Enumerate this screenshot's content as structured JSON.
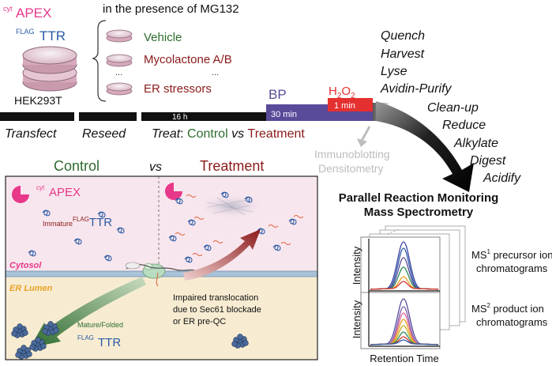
{
  "colors": {
    "magenta": "#e8388a",
    "blue": "#2a5aa6",
    "green": "#2e6b2e",
    "darkred": "#8b1a1a",
    "purple": "#5a4a9a",
    "red": "#e53030",
    "grey": "#bdbdbd",
    "cytosol_bg": "#f8e6ee",
    "lumen_bg": "#f7ecd2"
  },
  "top": {
    "apex_sup": "cyt",
    "apex": "APEX",
    "ttr_sup": "FLAG",
    "ttr": "TTR",
    "cell_line": "HEK293T",
    "presence_text": "in the presence of MG132",
    "conditions": [
      "Vehicle",
      "Mycolactone A/B",
      "ER stressors"
    ],
    "dots": [
      "...",
      "..."
    ],
    "bp_label": "BP",
    "bp_time": "30 min",
    "h2o2_main": "H",
    "h2o2_sub1": "2",
    "h2o2_mid": "O",
    "h2o2_sub2": "2",
    "h2o2_time": "1 min",
    "duration": "16 h"
  },
  "timeline": {
    "transfect": "Transfect",
    "reseed": "Reseed",
    "treat": "Treat",
    "colon": ": ",
    "control": "Control",
    "vs": " vs ",
    "treatment": "Treatment"
  },
  "steps": [
    "Quench",
    "Harvest",
    "Lyse",
    "Avidin-Purify",
    "Clean-up",
    "Reduce",
    "Alkylate",
    "Digest",
    "Acidify"
  ],
  "immunoblot": [
    "Immunoblotting",
    "Densitometry"
  ],
  "panel": {
    "control": "Control",
    "vs": "vs",
    "treatment": "Treatment",
    "apex_sup": "cyt",
    "apex": "APEX",
    "immature": "Immature",
    "immature_sup": "FLAG",
    "immature_ttr": "TTR",
    "cytosol": "Cytosol",
    "er_lumen": "ER Lumen",
    "impaired": [
      "Impaired translocation",
      "due to Sec61 blockade",
      "or ER pre-QC"
    ],
    "mature": "Mature/Folded",
    "mature_sup": "FLAG",
    "mature_ttr": "TTR"
  },
  "ms": {
    "title1": "Parallel Reaction Monitoring",
    "title2": "Mass Spectrometry",
    "ms1_sup": "1",
    "ms1_line1": " precursor ion",
    "ms1_line2": "chromatograms",
    "ms2_sup": "2",
    "ms2_line1": " product ion",
    "ms2_line2": "chromatograms",
    "ms_prefix": "MS",
    "intensity": "Intensity",
    "xlabel": "Retention Time"
  }
}
